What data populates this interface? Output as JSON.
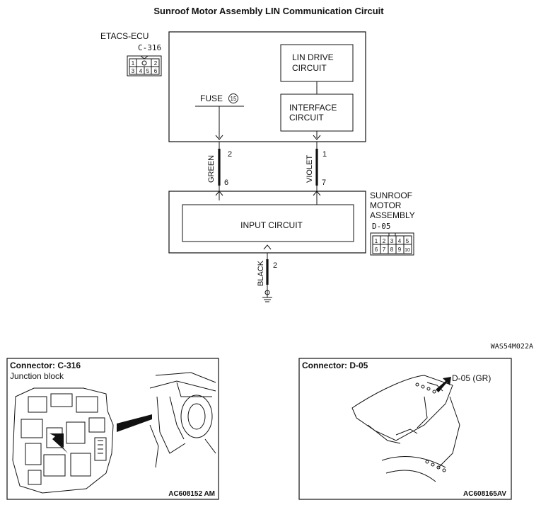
{
  "title": "Sunroof Motor Assembly LIN Communication Circuit",
  "etacs": {
    "name": "ETACS-ECU",
    "connector_id": "C-316",
    "connector_pins_top": [
      "1",
      "2"
    ],
    "connector_pins_bottom": [
      "3",
      "4",
      "5",
      "6"
    ],
    "lin_drive": [
      "LIN DRIVE",
      "CIRCUIT"
    ],
    "interface": [
      "INTERFACE",
      "CIRCUIT"
    ],
    "fuse_label": "FUSE",
    "fuse_number": "15"
  },
  "wires": {
    "green": {
      "color_label": "GREEN",
      "pin_top": "2",
      "pin_bottom": "6"
    },
    "violet": {
      "color_label": "VIOLET",
      "pin_top": "1",
      "pin_bottom": "7"
    },
    "black": {
      "color_label": "BLACK",
      "pin": "2"
    }
  },
  "sunroof": {
    "name": [
      "SUNROOF",
      "MOTOR",
      "ASSEMBLY"
    ],
    "connector_id": "D-05",
    "input_circuit": "INPUT CIRCUIT",
    "connector_pins_top": [
      "1",
      "2",
      "3",
      "4",
      "5"
    ],
    "connector_pins_bottom": [
      "6",
      "7",
      "8",
      "9",
      "10"
    ]
  },
  "figure_code": "WAS54M022A",
  "panel_left": {
    "title": "Connector: C-316",
    "subtitle": "Junction block",
    "image_code": "AC608152 AM"
  },
  "panel_right": {
    "title": "Connector: D-05",
    "callout": "D-05 (GR)",
    "image_code": "AC608165AV"
  }
}
